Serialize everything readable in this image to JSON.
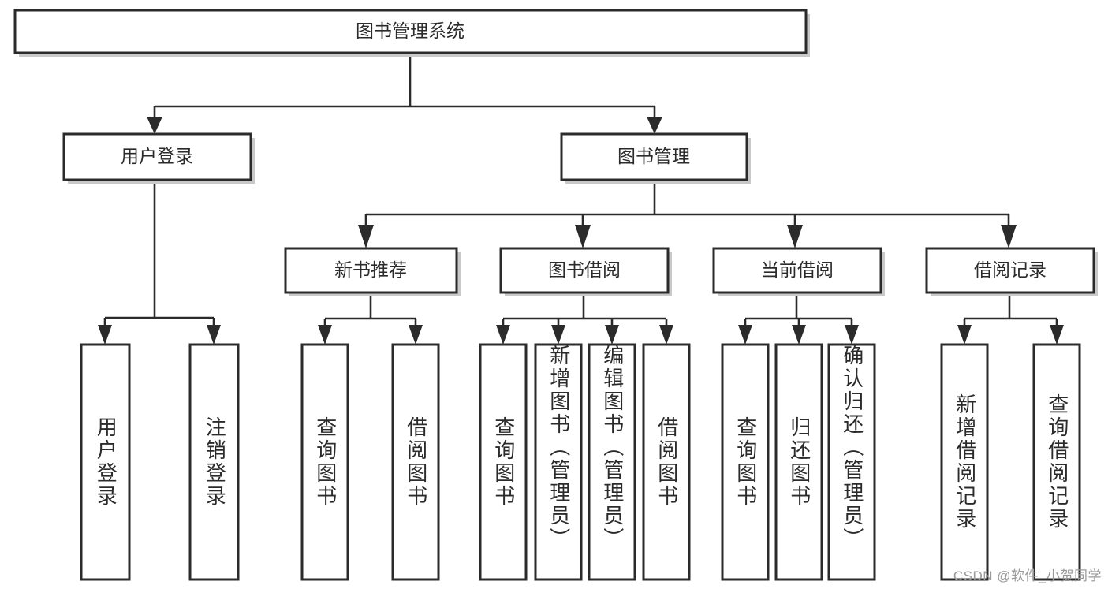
{
  "diagram": {
    "type": "tree",
    "title": "图书管理系统",
    "orientation": "top-down",
    "colors": {
      "box_fill": "#ffffff",
      "box_stroke": "#2b2b2b",
      "edge": "#2b2b2b",
      "text": "#2b2b2b",
      "watermark": "#9a9a9a",
      "background": "#ffffff"
    },
    "nodes": {
      "root": {
        "label": "图书管理系统"
      },
      "level2": [
        {
          "id": "user-login",
          "label": "用户登录"
        },
        {
          "id": "book-manage",
          "label": "图书管理"
        }
      ],
      "level3": [
        {
          "id": "new-book-rec",
          "label": "新书推荐"
        },
        {
          "id": "book-borrow",
          "label": "图书借阅"
        },
        {
          "id": "current-borrow",
          "label": "当前借阅"
        },
        {
          "id": "borrow-record",
          "label": "借阅记录"
        }
      ],
      "leaves": {
        "user-login": [
          {
            "id": "leaf-user-login",
            "label": "用户登录"
          },
          {
            "id": "leaf-logout",
            "label": "注销登录"
          }
        ],
        "new-book-rec": [
          {
            "id": "leaf-query-book-1",
            "label": "查询图书"
          },
          {
            "id": "leaf-borrow-book-1",
            "label": "借阅图书"
          }
        ],
        "book-borrow": [
          {
            "id": "leaf-query-book-2",
            "label": "查询图书"
          },
          {
            "id": "leaf-add-book",
            "label": "新增图书（管理员）"
          },
          {
            "id": "leaf-edit-book",
            "label": "编辑图书（管理员）"
          },
          {
            "id": "leaf-borrow-book-2",
            "label": "借阅图书"
          }
        ],
        "current-borrow": [
          {
            "id": "leaf-query-book-3",
            "label": "查询图书"
          },
          {
            "id": "leaf-return-book",
            "label": "归还图书"
          },
          {
            "id": "leaf-confirm-return",
            "label": "确认归还（管理员）"
          }
        ],
        "borrow-record": [
          {
            "id": "leaf-add-record",
            "label": "新增借阅记录"
          },
          {
            "id": "leaf-query-record",
            "label": "查询借阅记录"
          }
        ]
      }
    },
    "watermark": "CSDN @软件_小贺同学"
  }
}
